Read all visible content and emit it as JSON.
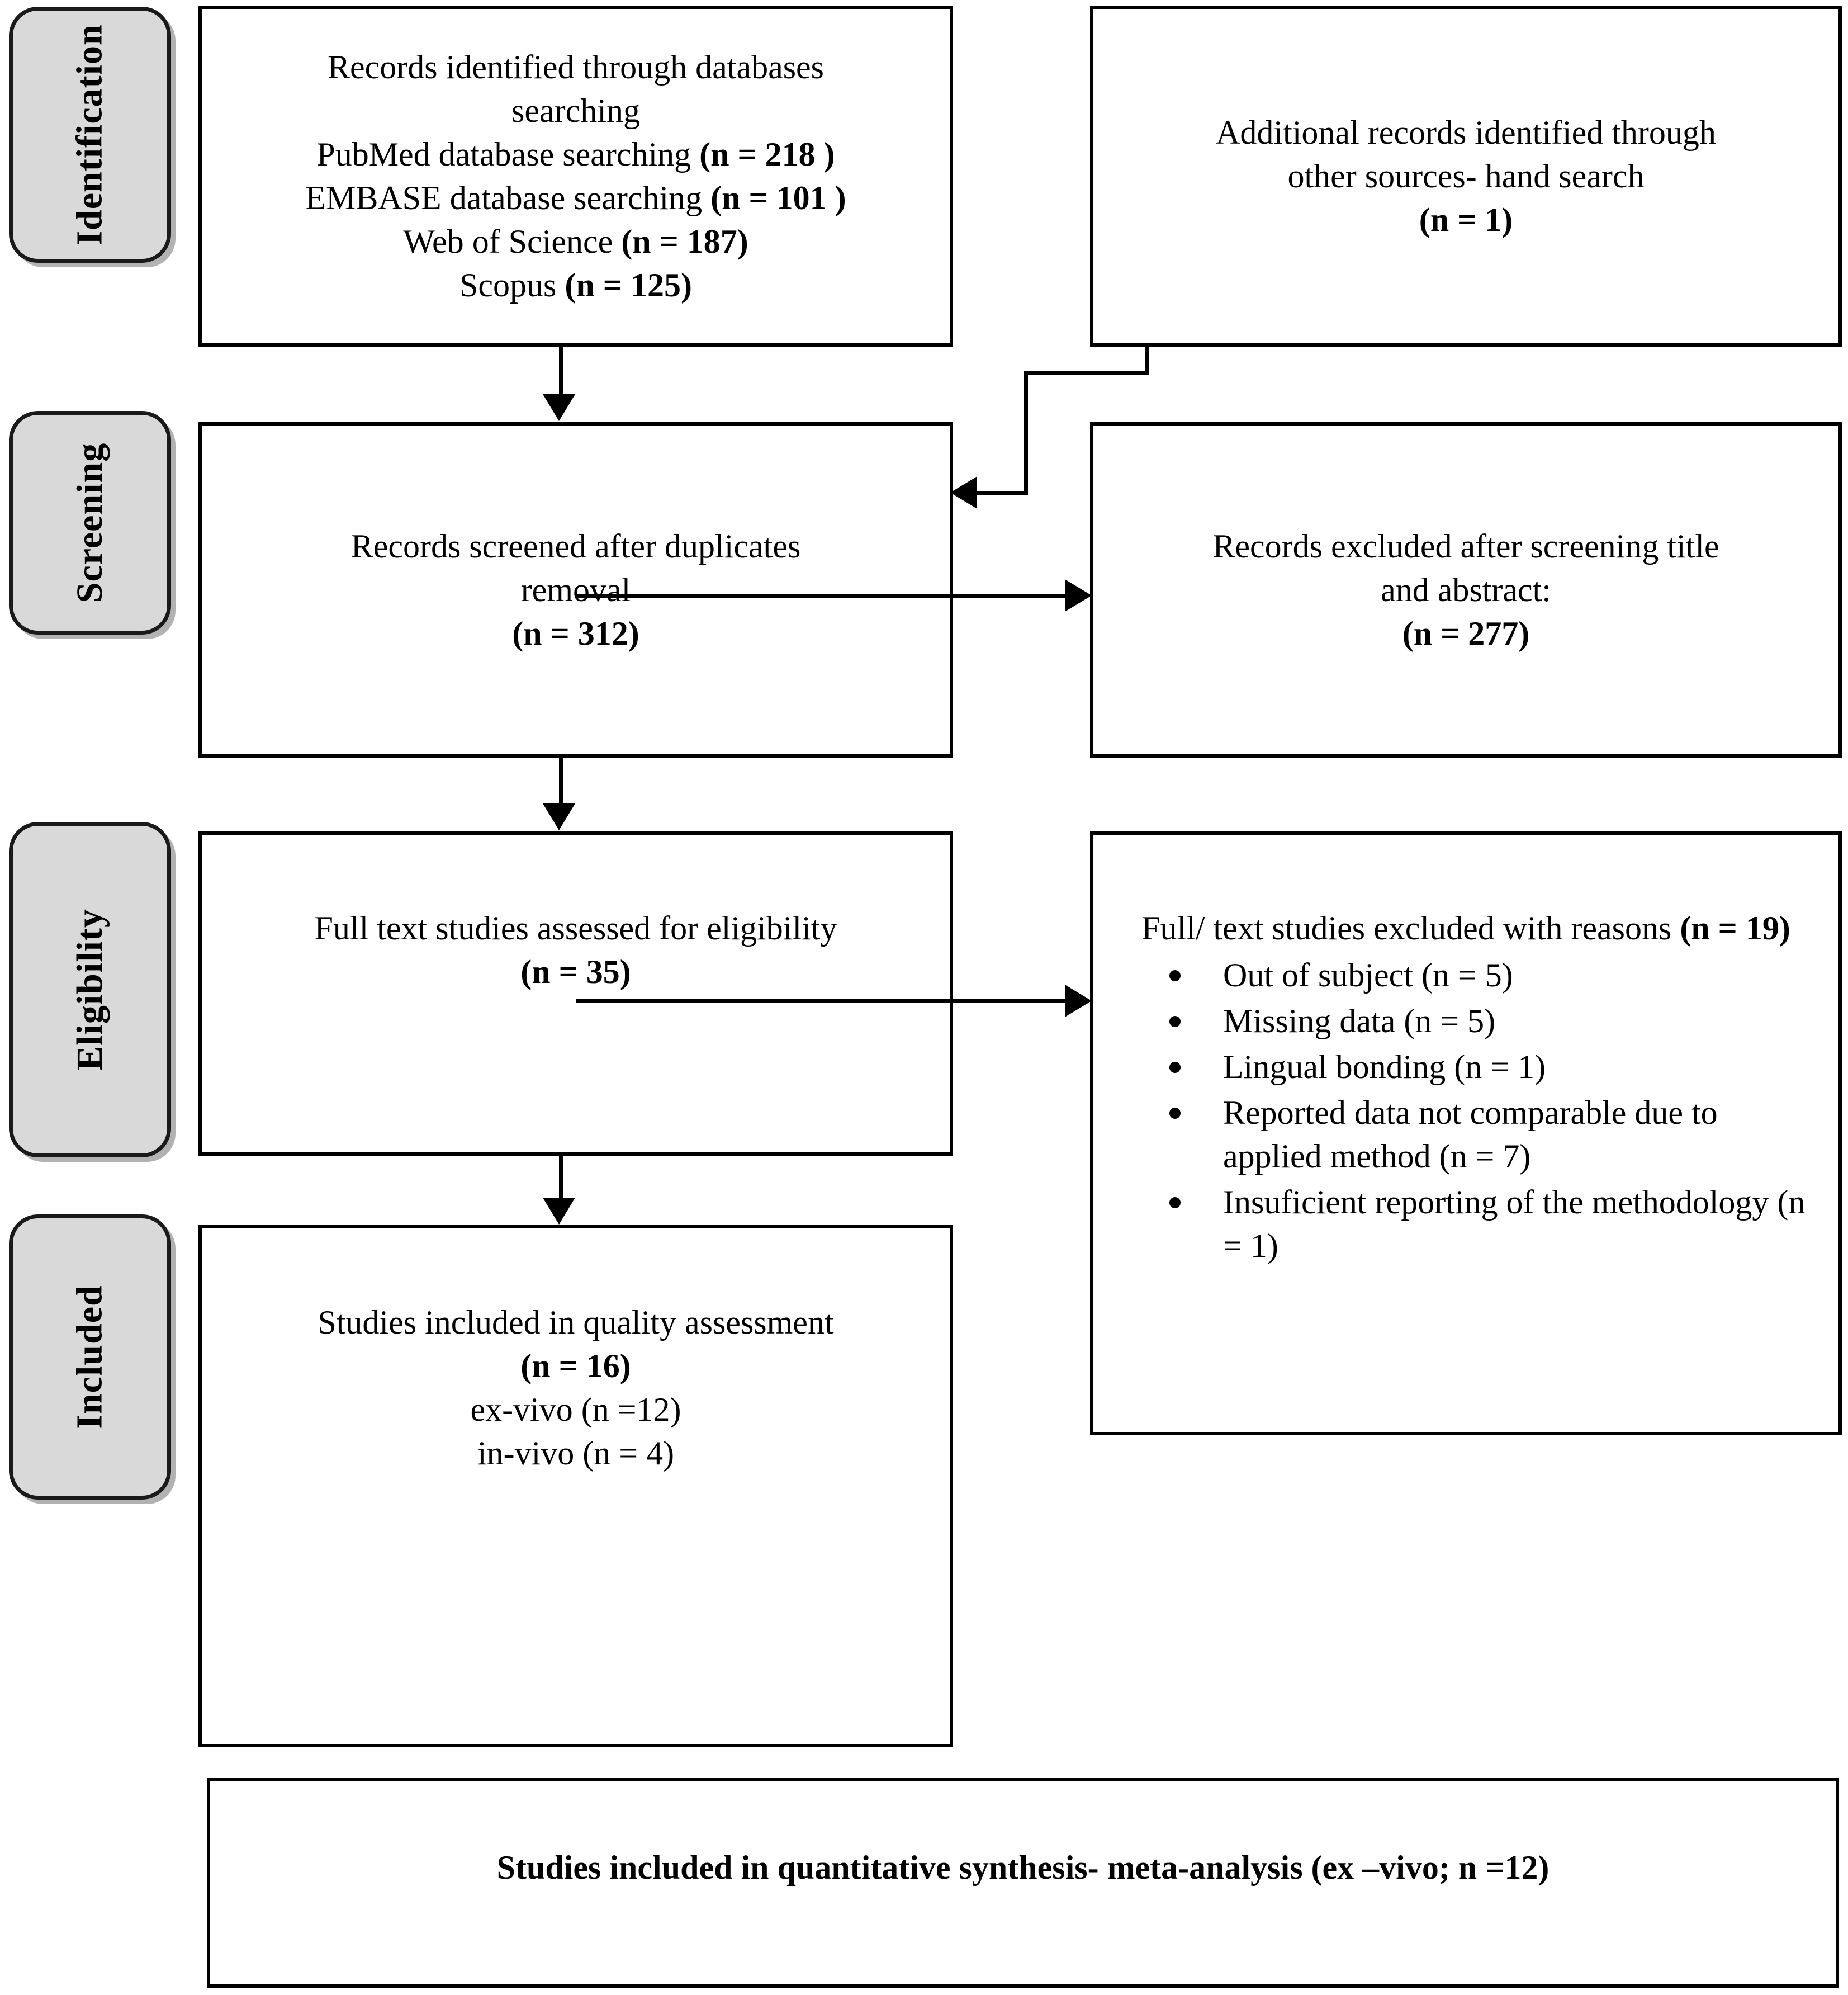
{
  "diagram": {
    "type": "prisma-flow-diagram",
    "stages": [
      {
        "id": "identification",
        "label": "Identification"
      },
      {
        "id": "screening",
        "label": "Screening"
      },
      {
        "id": "eligibility",
        "label": "Eligibility"
      },
      {
        "id": "included",
        "label": "Included"
      }
    ],
    "boxes": {
      "records_identified": {
        "lines": [
          "Records identified through databases",
          "searching"
        ],
        "sources": [
          {
            "name": "PubMed database searching",
            "count_label": "(n =  218 )"
          },
          {
            "name": "EMBASE database searching",
            "count_label": "(n = 101 )"
          },
          {
            "name": "Web of Science",
            "count_label": "(n = 187)"
          },
          {
            "name": "Scopus ",
            "count_label": "(n = 125)"
          }
        ]
      },
      "additional_records": {
        "lines": [
          "Additional records identified through",
          "other sources- hand search"
        ],
        "count_label": "(n = 1)"
      },
      "records_screened": {
        "lines": [
          "Records screened after duplicates",
          "removal"
        ],
        "count_label": "(n = 312)"
      },
      "records_excluded": {
        "lines": [
          "Records excluded after screening title",
          "and abstract:"
        ],
        "count_label": "(n = 277)"
      },
      "full_text_assessed": {
        "lines": [
          "Full text studies assessed for eligibility"
        ],
        "count_label": "(n = 35)"
      },
      "full_text_excluded": {
        "heading": "Full/ text studies excluded with reasons",
        "count_label": "(n = 19)",
        "reasons": [
          "Out of subject (n = 5)",
          "Missing data (n = 5)",
          "Lingual bonding (n = 1)",
          "Reported data not comparable due to applied method (n = 7)",
          "Insuficient reporting of the methodology (n = 1)"
        ]
      },
      "studies_quality": {
        "lines": [
          "Studies included in quality assessment"
        ],
        "count_label": "(n = 16)",
        "subgroups": [
          "ex-vivo (n =12)",
          "in-vivo (n = 4)"
        ]
      },
      "quantitative_synthesis": {
        "text": "Studies included in quantitative synthesis- meta-analysis (ex –vivo; n =12)"
      }
    },
    "colors": {
      "stage_tab_fill": "#d9d9d9",
      "stage_tab_border": "#1a1a1a",
      "box_border": "#000000",
      "background": "#ffffff",
      "text": "#000000"
    }
  }
}
